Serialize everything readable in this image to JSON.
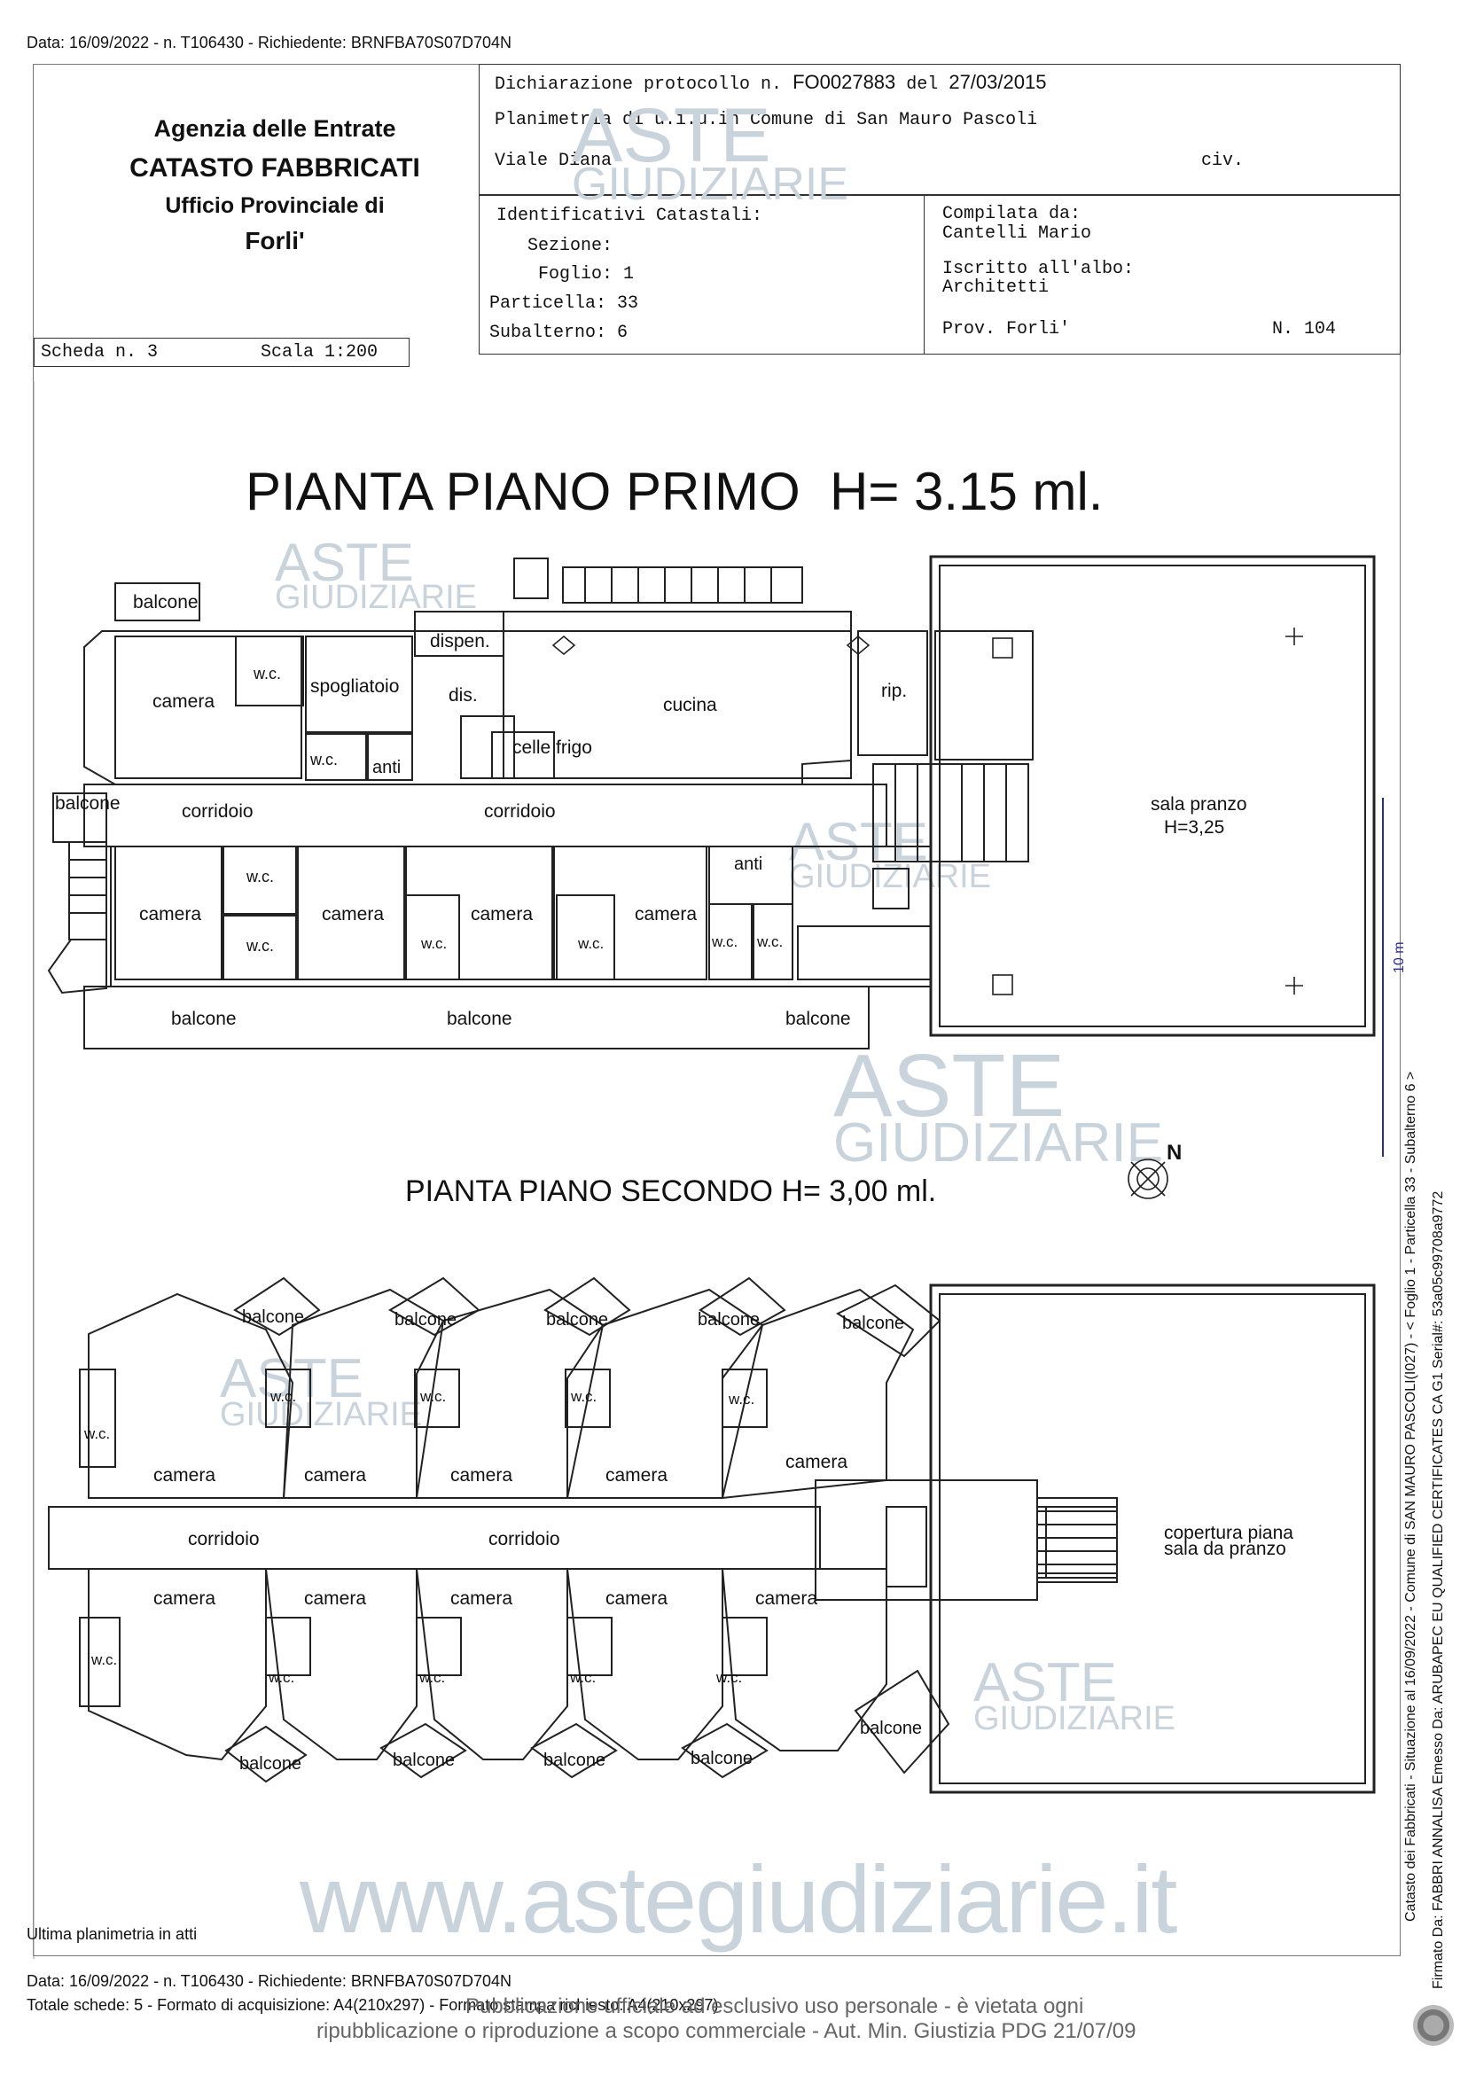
{
  "header": {
    "top_line": "Data: 16/09/2022 - n. T106430 - Richiedente: BRNFBA70S07D704N",
    "agency": "Agenzia delle Entrate",
    "catasto": "CATASTO FABBRICATI",
    "ufficio": "Ufficio Provinciale di",
    "provincia": "Forli'",
    "dichiarazione_label": "Dichiarazione protocollo n.",
    "protocollo": "FO0027883",
    "del_label": "del",
    "data_dich": "27/03/2015",
    "planimetria": "Planimetria di u.i.u.in Comune di San Mauro Pascoli",
    "indirizzo": "Viale Diana",
    "civ": "civ.",
    "ident_title": "Identificativi Catastali:",
    "sezione": "Sezione:",
    "foglio": "Foglio: 1",
    "particella": "Particella: 33",
    "subalterno": "Subalterno: 6",
    "compilata": "Compilata da:",
    "tecnico": "Cantelli Mario",
    "iscritto": "Iscritto all'albo:",
    "albo": "Architetti",
    "prov": "Prov. Forli'",
    "numero": "N. 104",
    "scheda": "Scheda n. 3",
    "scala": "Scala 1:200"
  },
  "plan1": {
    "title": "PIANTA PIANO PRIMO  H= 3.15 ml.",
    "rooms": {
      "balcone_top": "balcone",
      "camera": "camera",
      "wc": "w.c.",
      "spogliatoio": "spogliatoio",
      "dispen": "dispen.",
      "dis": "dis.",
      "cucina": "cucina",
      "rip": "rip.",
      "anti": "anti",
      "celle": "celle frigo",
      "balcone_left": "balcone",
      "corridoio": "corridoio",
      "sala": "sala pranzo",
      "sala_h": "H=3,25",
      "balcone": "balcone"
    },
    "dim_label": "10 m"
  },
  "plan2": {
    "title": "PIANTA PIANO SECONDO H= 3,00 ml.",
    "north": "N",
    "rooms": {
      "balcone": "balcone",
      "wc": "w.c.",
      "camera": "camera",
      "corridoio": "corridoio",
      "copertura1": "copertura piana",
      "copertura2": "sala da pranzo"
    }
  },
  "footer": {
    "ultima": "Ultima planimetria in atti",
    "data_line": "Data: 16/09/2022 - n. T106430 - Richiedente: BRNFBA70S07D704N",
    "totale": "Totale schede: 5 - Formato di acquisizione: A4(210x297) - Formato stampa richiesto: A4(210x297)",
    "pubblicazione1": "Pubblicazione ufficiale ad esclusivo uso personale - è vietata ogni",
    "pubblicazione2": "ripubblicazione o riproduzione a scopo commerciale - Aut. Min. Giustizia PDG 21/07/09",
    "site": "www.astegiudiziarie.it"
  },
  "side": {
    "line1": "Catasto dei Fabbricati - Situazione al 16/09/2022 - Comune di SAN MAURO PASCOLI(I027) - < Foglio 1 - Particella 33 - Subalterno 6 >",
    "line2": "Firmato Da: FABBRI ANNALISA Emesso Da: ARUBAPEC EU QUALIFIED CERTIFICATES CA G1 Serial#: 53a05c99708a9772"
  },
  "watermark": {
    "aste": "ASTE",
    "giudiziarie": "GIUDIZIARIE"
  }
}
